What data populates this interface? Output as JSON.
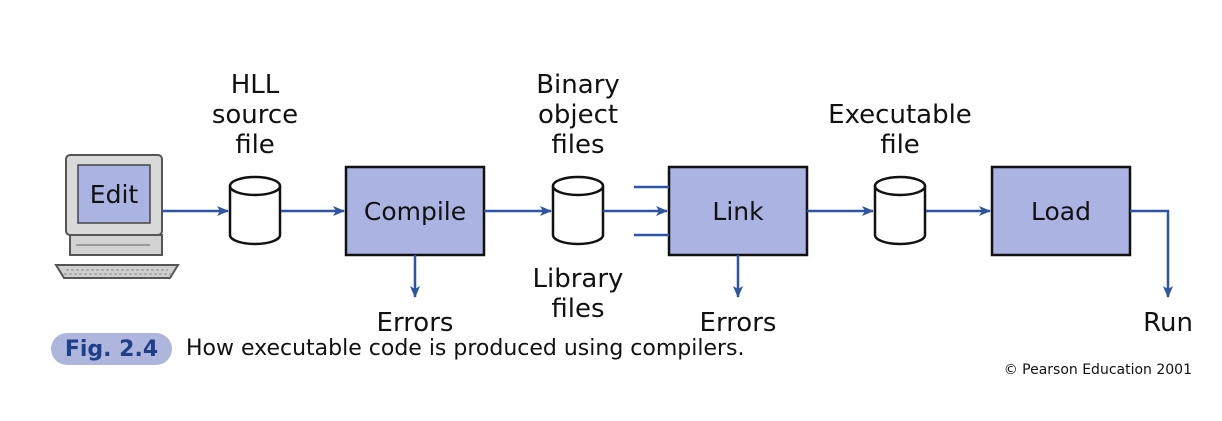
{
  "steps": {
    "edit": "Edit",
    "compile": "Compile",
    "link": "Link",
    "load": "Load"
  },
  "labels": {
    "hll_source": "HLL\nsource\nfile",
    "binary_object": "Binary\nobject\nfiles",
    "library_files": "Library\nfiles",
    "executable_file": "Executable\nfile",
    "compile_errors": "Errors",
    "link_errors": "Errors",
    "run": "Run"
  },
  "figure": {
    "number": "Fig. 2.4",
    "caption": "How executable code is produced using compilers."
  },
  "copyright": "© Pearson Education 2001",
  "colors": {
    "box_fill": "#aab3e2",
    "arrow": "#2d55a0",
    "badge": "#aeb6dd"
  }
}
